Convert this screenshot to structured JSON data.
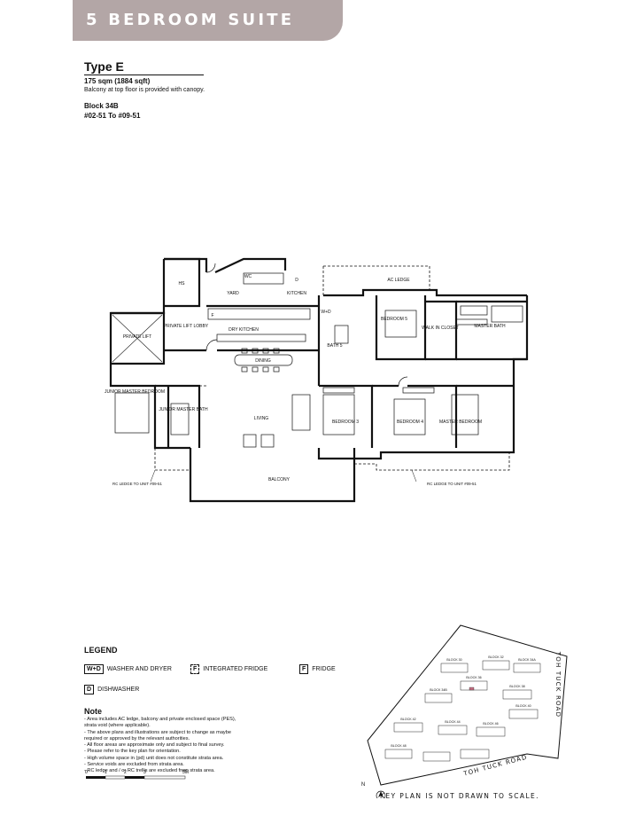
{
  "header": {
    "title": "5 BEDROOM SUITE"
  },
  "unit": {
    "type": "Type E",
    "area": "175 sqm (1884 sqft)",
    "note": "Balcony at top floor is provided with canopy.",
    "block": "Block 34B",
    "units": "#02-51 To #09-51"
  },
  "plan": {
    "rooms": {
      "hs": "HS",
      "yard": "YARD",
      "kitchen": "KITCHEN",
      "ac_ledge": "AC LEDGE",
      "private_lift": "PRIVATE LIFT",
      "private_lift_lobby": "PRIVATE LIFT LOBBY",
      "dry_kitchen": "DRY KITCHEN",
      "dining": "DINING",
      "bath5": "BATH 5",
      "bedroom5": "BEDROOM 5",
      "walk_in_closet": "WALK IN CLOSET",
      "master_bath": "MASTER BATH",
      "junior_master_bedroom": "JUNIOR MASTER BEDROOM",
      "junior_master_bath": "JUNIOR MASTER BATH",
      "living": "LIVING",
      "bedroom3": "BEDROOM 3",
      "bedroom4": "BEDROOM 4",
      "master_bedroom": "MASTER BEDROOM",
      "balcony": "BALCONY",
      "wc": "WC",
      "wd": "W+D",
      "d": "D",
      "f": "F"
    },
    "rc_ledge_left": "RC LEDGE TO UNIT #09-51",
    "rc_ledge_right": "RC LEDGE TO UNIT #09-51"
  },
  "legend": {
    "title": "LEGEND",
    "items": [
      {
        "symbol": "W+D",
        "label": "WASHER AND DRYER",
        "style": "solid"
      },
      {
        "symbol": "F",
        "label": "INTEGRATED FRIDGE",
        "style": "dashed"
      },
      {
        "symbol": "F",
        "label": "FRIDGE",
        "style": "solid"
      },
      {
        "symbol": "D",
        "label": "DISHWASHER",
        "style": "solid"
      }
    ]
  },
  "notes": {
    "title": "Note",
    "lines": [
      "- Area includes AC ledge, balcony and private enclosed space (PES),",
      "  strata void (where applicable).",
      "- The above plans and illustrations are subject to change as maybe",
      "  required or approved by the relevant authorities.",
      "- All floor areas are approximate only and subject to final survey.",
      "- Please refer to the key plan for orientation.",
      "- High volume space in (pd) unit does not constitute strata area.",
      "- Service voids are excluded from strata area.",
      "- RC ledge and / or RC trellis are excluded from strata area."
    ]
  },
  "scale": {
    "labels": [
      "0",
      "1",
      "2",
      "3",
      "5M"
    ]
  },
  "keyplan": {
    "blocks": [
      "BLOCK 30",
      "BLOCK 32",
      "BLOCK 34A",
      "BLOCK 34B",
      "BLOCK 36",
      "BLOCK 38",
      "BLOCK 40",
      "BLOCK 42",
      "BLOCK 44",
      "BLOCK 46",
      "BLOCK 48"
    ],
    "road_right": "TOH TUCK ROAD",
    "road_bottom": "TOH TUCK ROAD",
    "north": "N",
    "note": "KEY PLAN IS NOT DRAWN TO SCALE."
  },
  "colors": {
    "header_bg": "#b3a6a6",
    "line": "#111111",
    "highlight": "#c46f83"
  }
}
